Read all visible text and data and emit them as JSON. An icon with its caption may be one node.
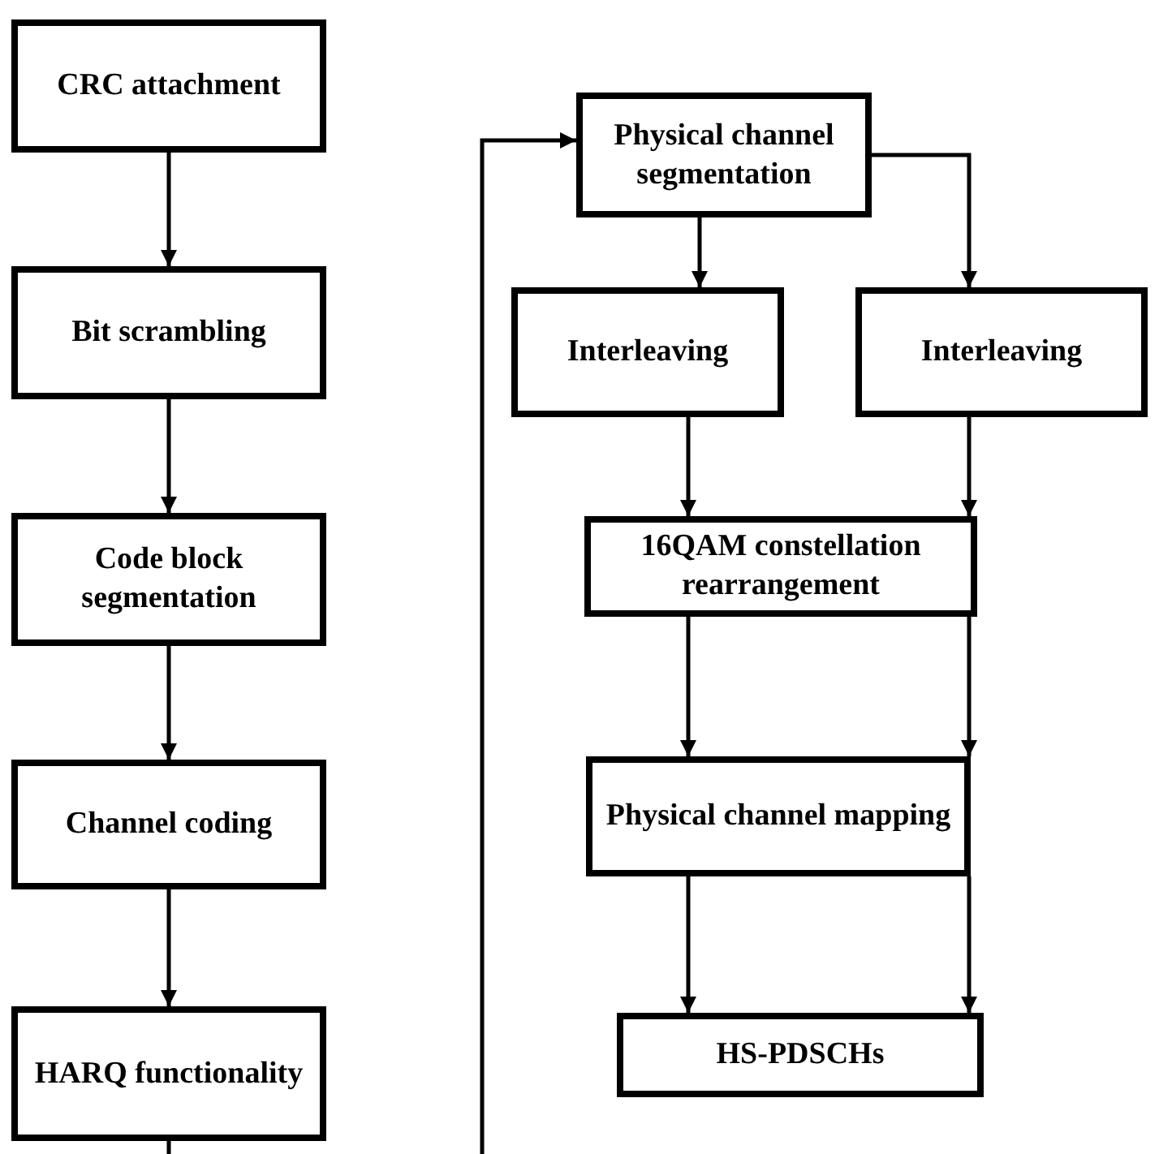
{
  "diagram": {
    "nodes": [
      {
        "text": [
          "CRC attachment"
        ]
      },
      {
        "text": [
          "Bit scrambling"
        ]
      },
      {
        "text": [
          "Code block segmentation"
        ]
      },
      {
        "text": [
          "Channel coding"
        ]
      },
      {
        "text": [
          "HARQ functionality"
        ]
      },
      {
        "text": [
          "Physical channel segmentation"
        ]
      },
      {
        "text": [
          "Interleaving"
        ]
      },
      {
        "text": [
          "Interleaving"
        ]
      },
      {
        "text": [
          "16QAM constellation rearrangement"
        ]
      },
      {
        "text": [
          "Physical channel mapping"
        ]
      },
      {
        "text": [
          "HS-PDSCHs"
        ]
      }
    ],
    "edges": [
      {
        "from": 0,
        "to": 1,
        "arrow": "to"
      },
      {
        "from": 1,
        "to": 2,
        "arrow": "to"
      },
      {
        "from": 2,
        "to": 3,
        "arrow": "to"
      },
      {
        "from": 3,
        "to": 4,
        "arrow": "to"
      },
      {
        "from": 4,
        "to": 5,
        "arrow": "to"
      },
      {
        "from": 5,
        "to": 6,
        "arrow": "to"
      },
      {
        "from": 5,
        "to": 7,
        "arrow": "to"
      },
      {
        "from": 6,
        "to": 8,
        "arrow": "to"
      },
      {
        "from": 7,
        "to": 8,
        "arrow": "to"
      },
      {
        "from": 8,
        "to": 9,
        "arrow": "to"
      },
      {
        "from": 8,
        "to": 9,
        "arrow": "to"
      },
      {
        "from": 9,
        "to": 10,
        "arrow": "to"
      },
      {
        "from": 9,
        "to": 10,
        "arrow": "to"
      }
    ]
  }
}
